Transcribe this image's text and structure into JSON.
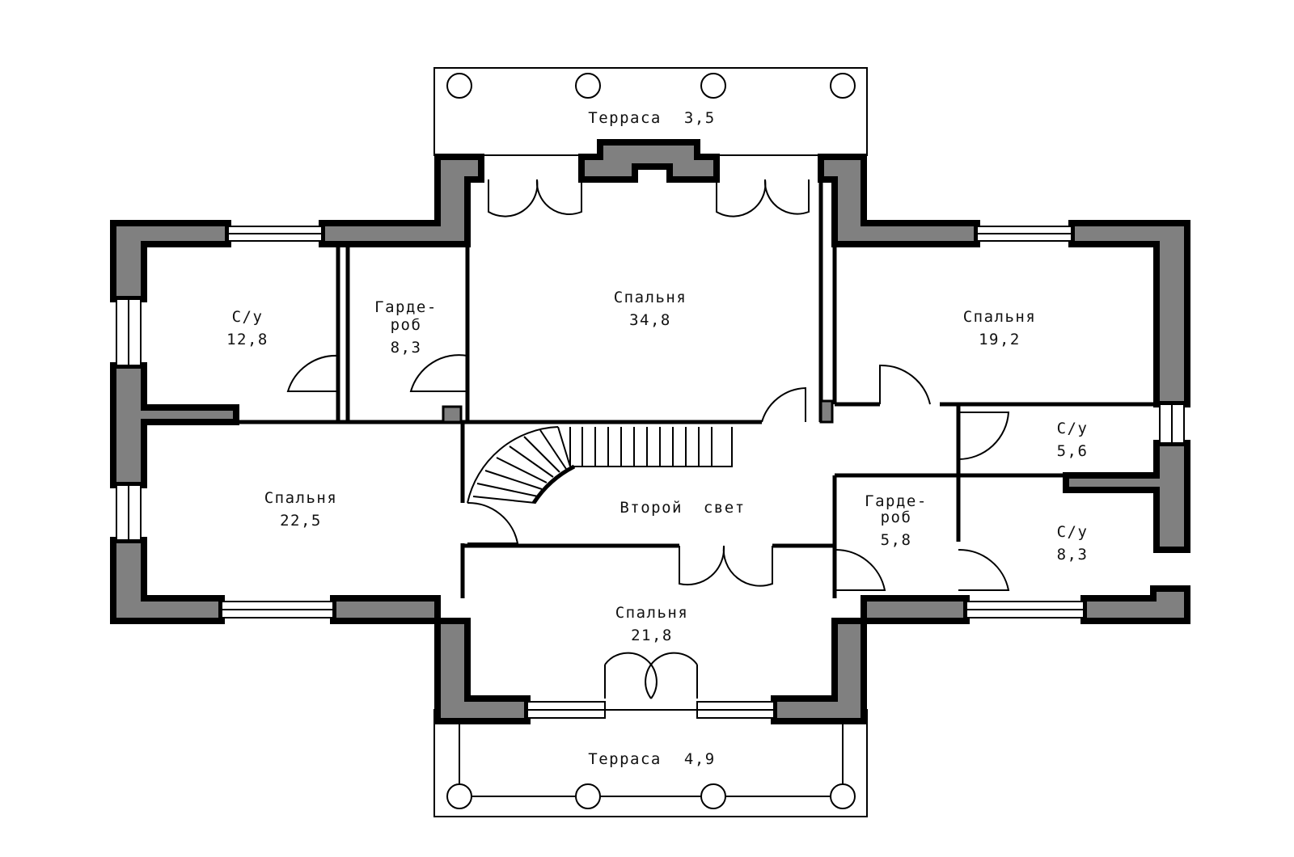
{
  "colors": {
    "wall_fill": "#808080",
    "wall_stroke": "#000000",
    "background": "#ffffff"
  },
  "rooms": [
    {
      "id": "terrace-top",
      "name": "Терраса",
      "area": "3,5"
    },
    {
      "id": "bath-west",
      "name": "С/у",
      "area": "12,8"
    },
    {
      "id": "wardrobe-west",
      "name": "Гарде-",
      "name2": "роб",
      "area": "8,3"
    },
    {
      "id": "bedroom-master",
      "name": "Спальня",
      "area": "34,8"
    },
    {
      "id": "bedroom-east",
      "name": "Спальня",
      "area": "19,2"
    },
    {
      "id": "bath-east-small",
      "name": "С/у",
      "area": "5,6"
    },
    {
      "id": "bedroom-west",
      "name": "Спальня",
      "area": "22,5"
    },
    {
      "id": "second-light",
      "name": "Второй  свет"
    },
    {
      "id": "wardrobe-east",
      "name": "Гарде-",
      "name2": "роб",
      "area": "5,8"
    },
    {
      "id": "bath-east",
      "name": "С/у",
      "area": "8,3"
    },
    {
      "id": "bedroom-south",
      "name": "Спальня",
      "area": "21,8"
    },
    {
      "id": "terrace-bottom",
      "name": "Терраса",
      "area": "4,9"
    }
  ]
}
